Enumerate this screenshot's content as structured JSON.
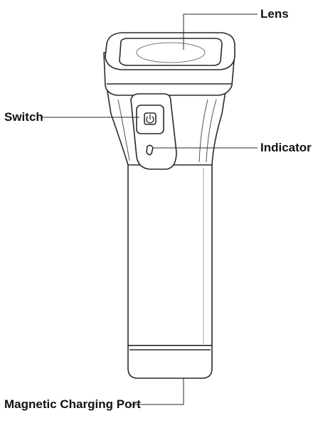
{
  "labels": {
    "lens": "Lens",
    "switch": "Switch",
    "indicator": "Indicator",
    "charging_port": "Magnetic Charging Port"
  }
}
